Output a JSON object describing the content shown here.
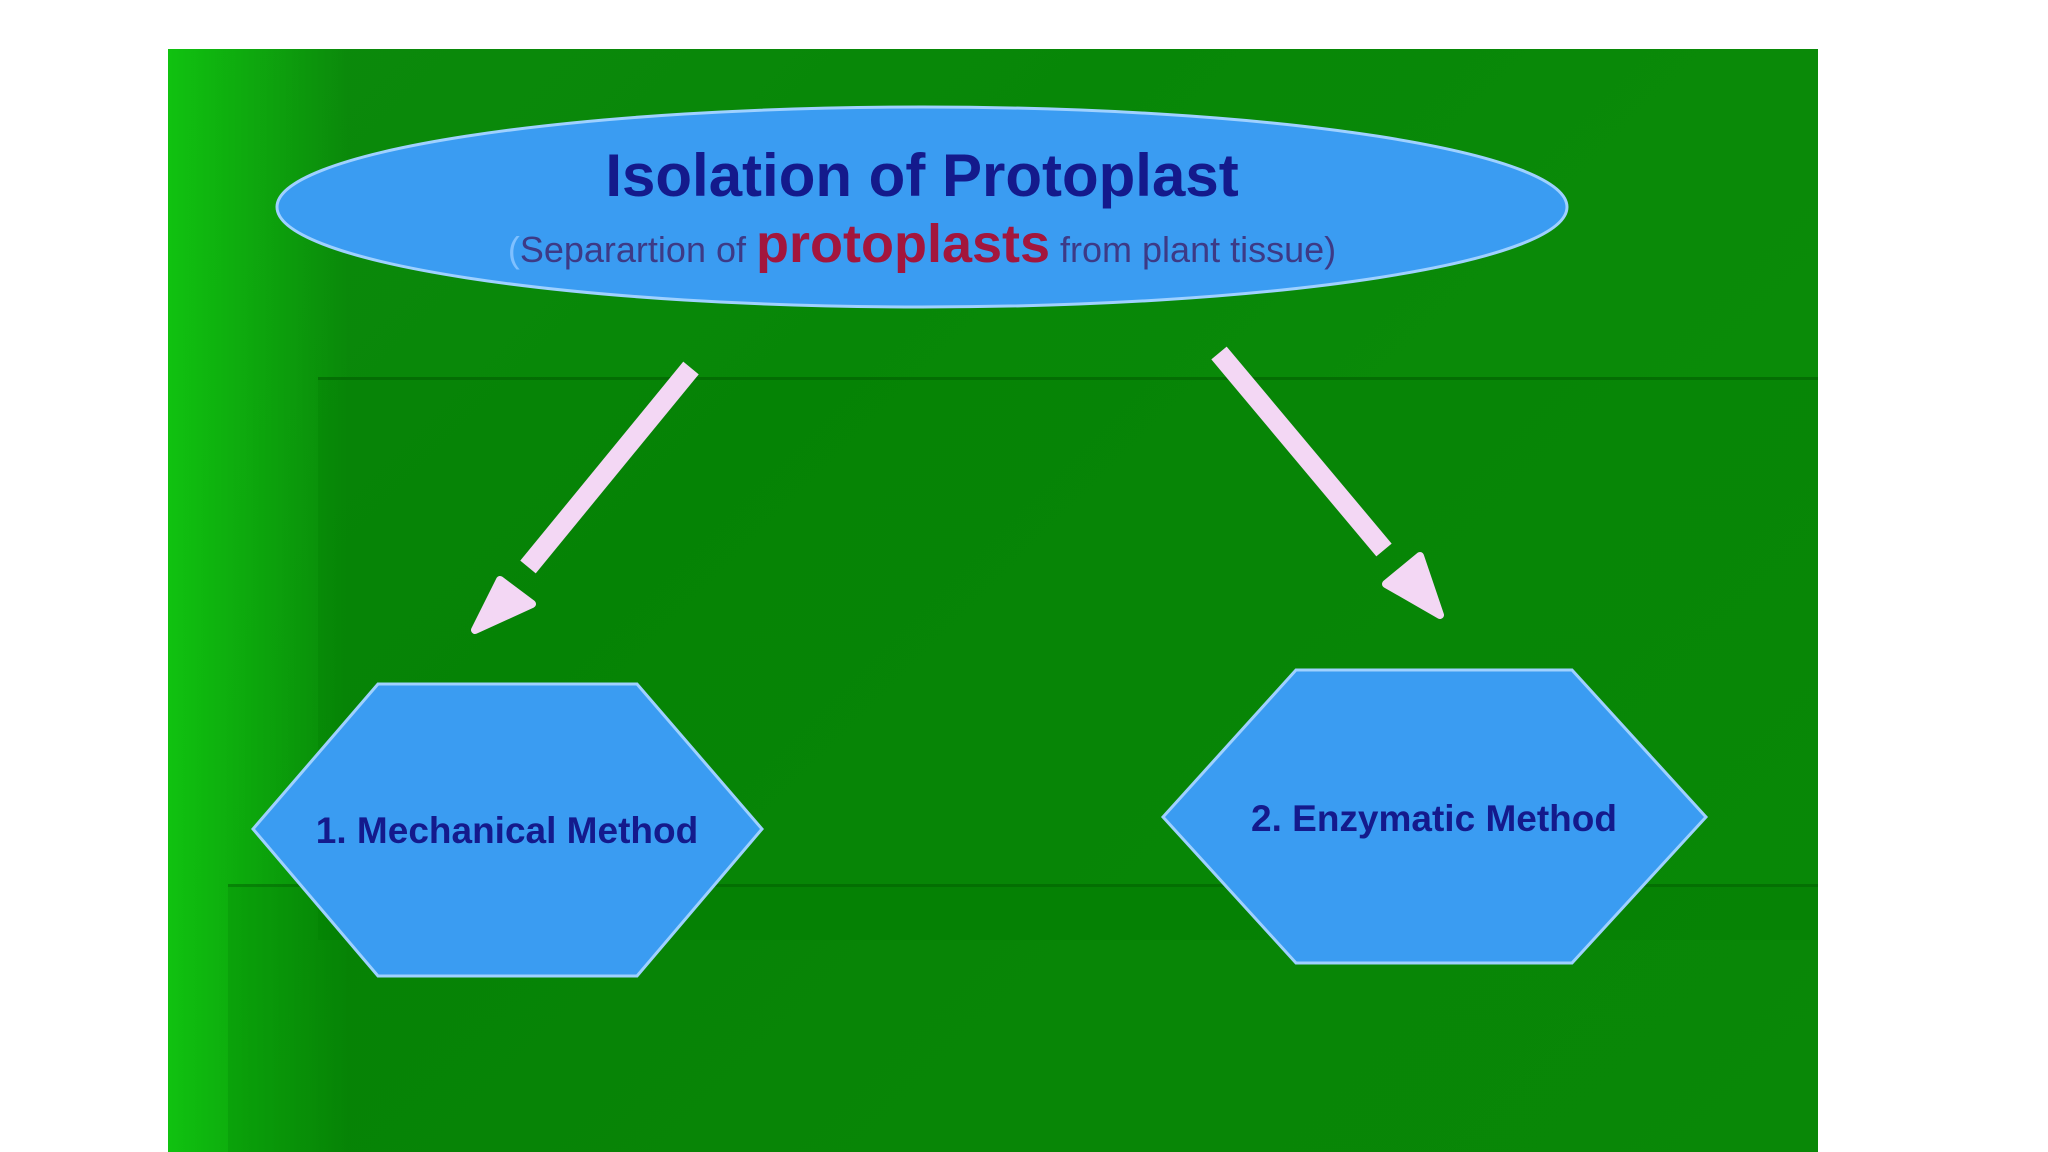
{
  "diagram": {
    "title": "Isolation of Protoplast",
    "subtitle": {
      "open_paren": "(",
      "before": "Separartion of ",
      "emphasis": "protoplasts",
      "after": " from plant tissue",
      "close_paren": ")"
    },
    "methods": [
      {
        "label": "1. Mechanical Method"
      },
      {
        "label": "2. Enzymatic Method"
      }
    ]
  },
  "colors": {
    "slide_green": "#078707",
    "shape_fill": "#3a9cf2",
    "shape_stroke": "#9fd1ff",
    "title_text": "#141a8c",
    "subtitle_text": "#3d3a86",
    "emphasis_text": "#a3163d",
    "arrow_fill": "#f3d7f4"
  }
}
